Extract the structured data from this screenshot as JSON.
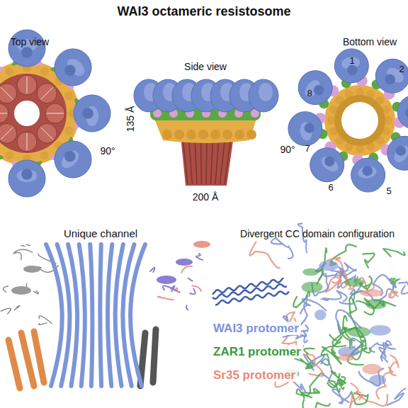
{
  "diagram": {
    "title": "WAI3 octameric resistosome",
    "labels": [
      "Top view",
      "Side view",
      "Bottom view",
      "1",
      "2",
      "90°",
      "135 Å",
      "90°",
      "8",
      "7",
      "6",
      "5",
      "200 Å",
      "Unique channel",
      "Divergent CC domain configuration"
    ],
    "legend": [
      {
        "text": "WAI3 protomer",
        "color": "#7d93d6"
      },
      {
        "text": "ZAR1 protomer",
        "color": "#3c9a3c"
      },
      {
        "text": "Sr35 protomer",
        "color": "#e58a78"
      }
    ]
  }
}
